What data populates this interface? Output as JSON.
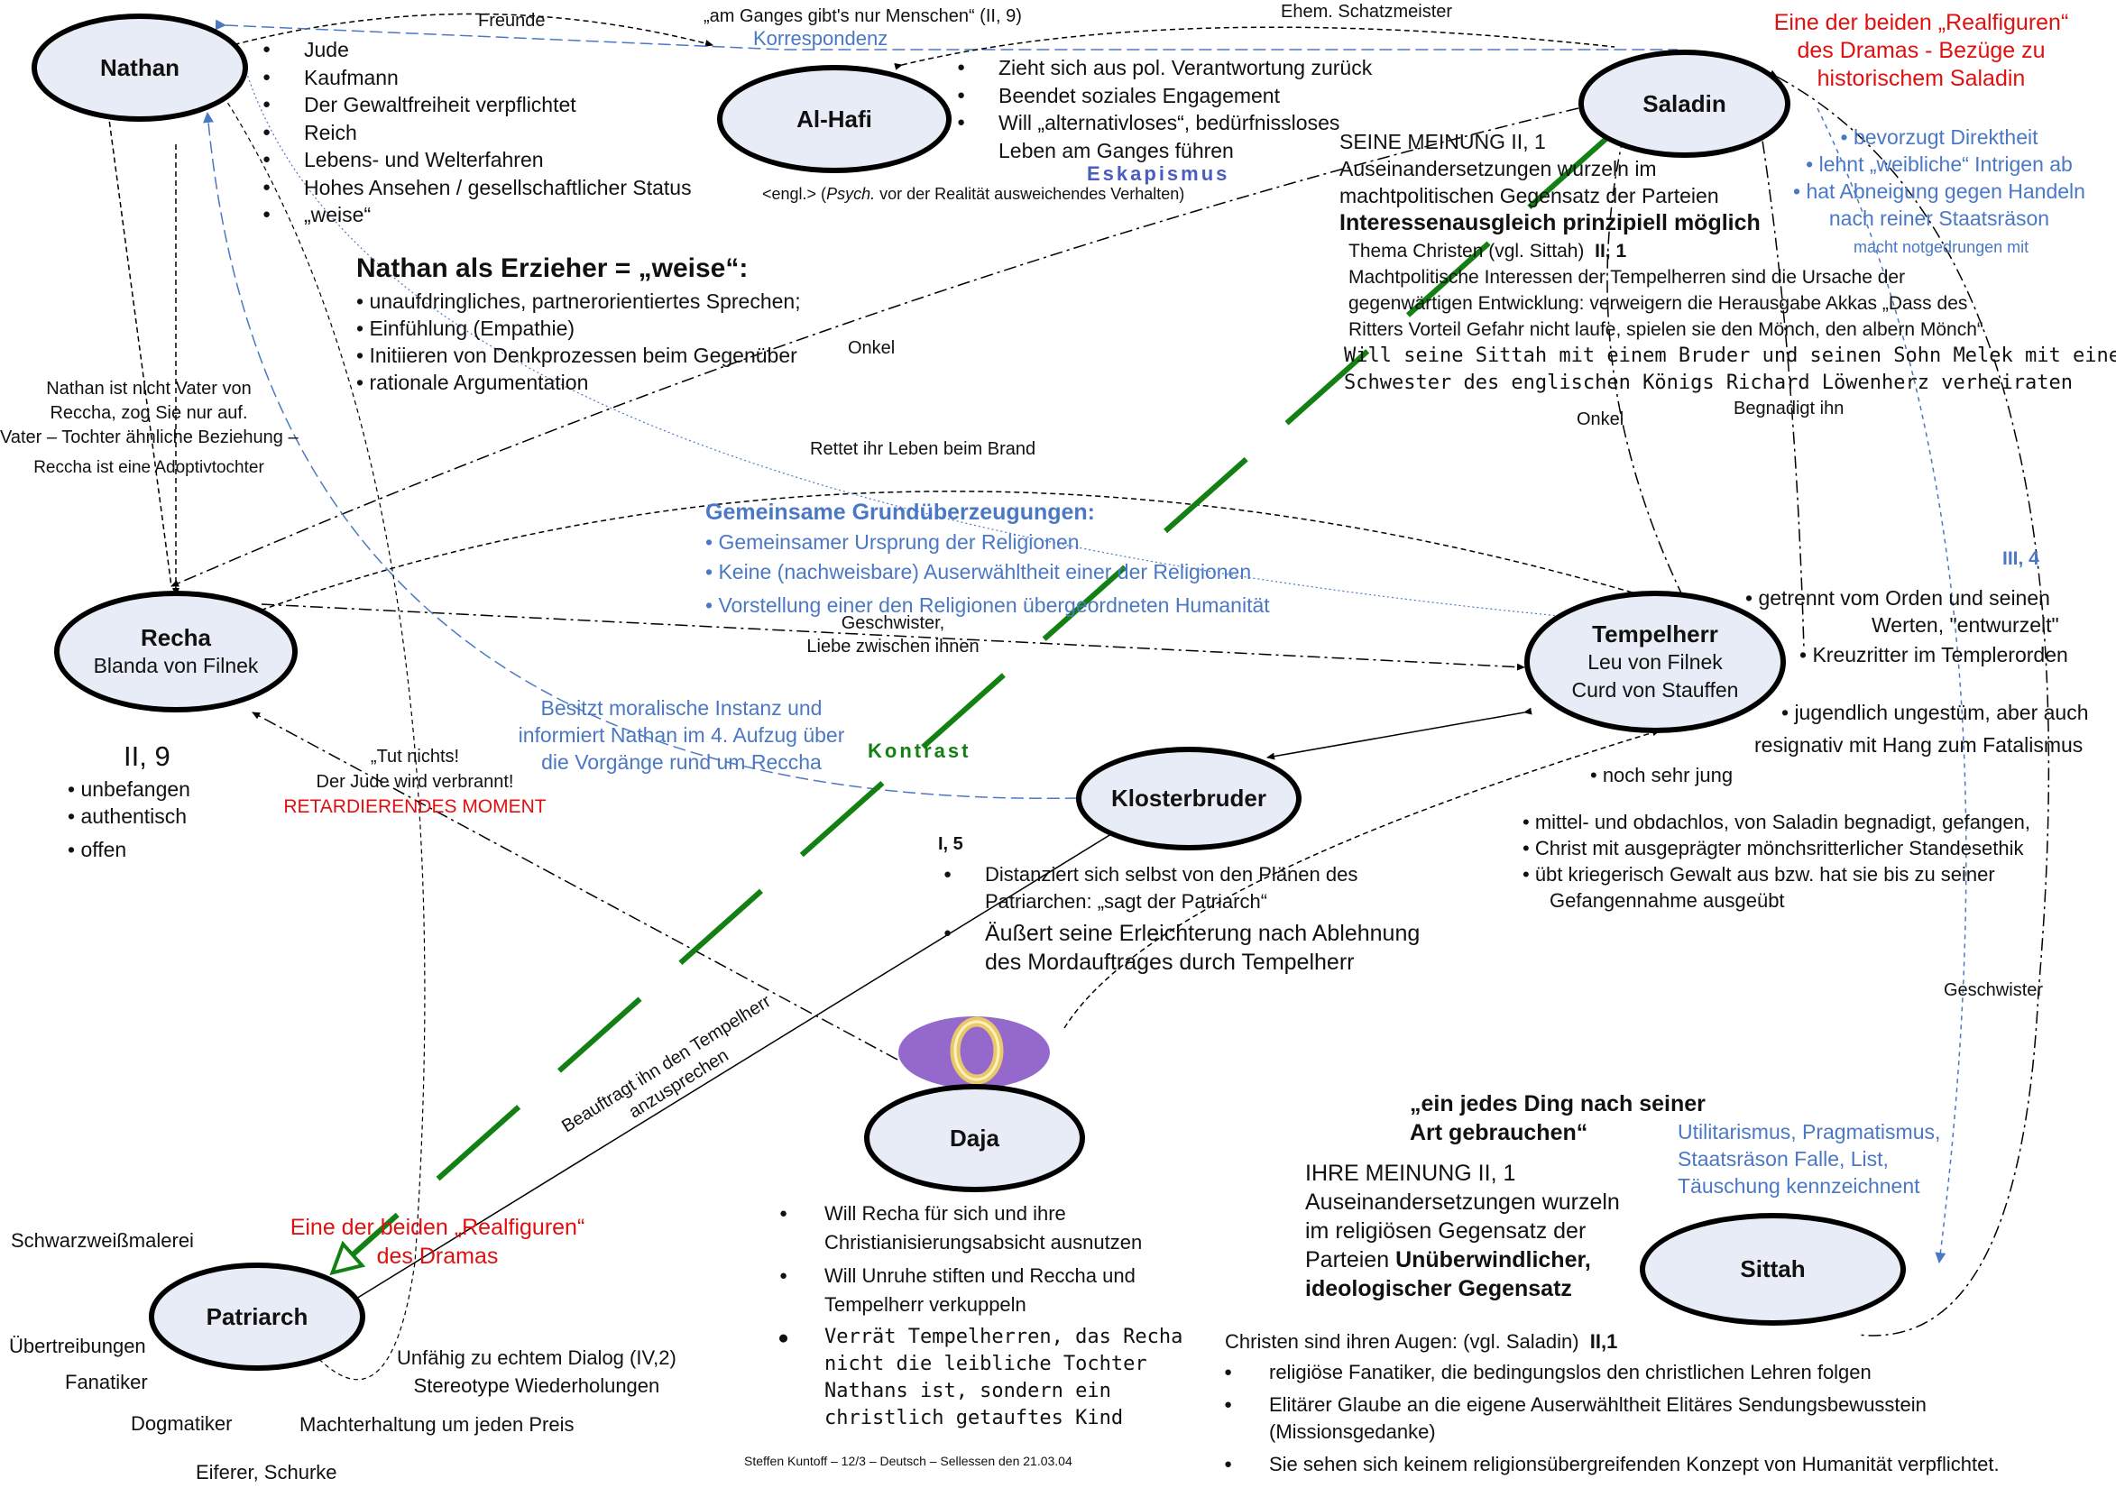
{
  "nodes": {
    "nathan": {
      "name": "Nathan"
    },
    "alhafi": {
      "name": "Al-Hafi"
    },
    "saladin": {
      "name": "Saladin"
    },
    "recha": {
      "name": "Recha",
      "sub": "Blanda von Filnek"
    },
    "tempelherr": {
      "name": "Tempelherr",
      "sub1": "Leu von Filnek",
      "sub2": "Curd von Stauffen"
    },
    "klosterbruder": {
      "name": "Klosterbruder"
    },
    "daja": {
      "name": "Daja"
    },
    "patriarch": {
      "name": "Patriarch"
    },
    "sittah": {
      "name": "Sittah"
    }
  },
  "nathan_traits": [
    "Jude",
    "Kaufmann",
    "Der Gewaltfreiheit verpflichtet",
    "Reich",
    "Lebens- und Welterfahren",
    "Hohes Ansehen / gesellschaftlicher Status",
    "„weise“"
  ],
  "edge_labels": {
    "freunde": "Freunde",
    "ganges_quote": "„am Ganges gibt's nur Menschen“ (II, 9)",
    "korrespondenz": "Korrespondenz",
    "schatzmeister": "Ehem. Schatzmeister",
    "onkel1": "Onkel",
    "onkel2": "Onkel",
    "begnadigt": "Begnadigt ihn",
    "rettet": "Rettet ihr Leben beim Brand",
    "geschwister1": "Geschwister,",
    "geschwister1b": "Liebe zwischen ihnen",
    "geschwister2": "Geschwister",
    "kontrast": "Kontrast",
    "iii4": "III, 4",
    "beauftragt1": "Beauftragt ihn den Tempelherr",
    "beauftragt2": "anzusprechen"
  },
  "alhafi_traits": [
    "Zieht sich aus pol. Verantwortung zurück",
    "Beendet soziales Engagement",
    "Will „alternativloses“, bedürfnissloses Leben am Ganges führen"
  ],
  "alhafi_escapism": "Eskapismus",
  "alhafi_def_pre": "<engl.> (",
  "alhafi_def_em": "Psych.",
  "alhafi_def_post": " vor der Realität ausweichendes Verhalten)",
  "saladin_real": [
    "Eine der beiden „Realfiguren“",
    "des Dramas - Bezüge zu",
    "historischem Saladin"
  ],
  "saladin_traits": [
    "• bevorzugt Direktheit",
    "• lehnt „weibliche“ Intrigen ab",
    "• hat Abneigung gegen Handeln",
    "nach reiner Staatsräson"
  ],
  "saladin_notgedrungen": "macht notgedrungen mit",
  "saladin_opinion": {
    "head": "SEINE MEINUNG  II, 1",
    "line1": "Auseinandersetzungen wurzeln im",
    "line2": "machtpolitischen Gegensatz der Parteien",
    "bold": "Interessenausgleich prinzipiell möglich",
    "thema": "Thema Christen (vgl. Sittah)",
    "thema_ref": "II, 1",
    "body": [
      "Machtpolitische Interessen der Tempelherren sind die Ursache der",
      "gegenwärtigen Entwicklung: verweigern die Herausgabe Akkas „Dass des",
      "Ritters Vorteil Gefahr nicht laufe, spielen sie den Mönch, den albern Mönch“"
    ],
    "mono": [
      "Will seine Sittah mit einem Bruder und seinen Sohn Melek mit einer",
      "Schwester des englischen Königs Richard Löwenherz verheiraten"
    ]
  },
  "erzieher": {
    "title": "Nathan als Erzieher = „weise“:",
    "items": [
      "• unaufdringliches, partnerorientiertes Sprechen;",
      "• Einfühlung (Empathie)",
      "• Initiieren von Denkprozessen beim Gegenüber",
      "• rationale Argumentation"
    ]
  },
  "nathan_recha_note": [
    "Nathan ist nicht Vater von",
    "Reccha, zog Sie nur auf.",
    "Vater – Tochter ähnliche Beziehung –",
    "Reccha ist eine Adoptivtochter"
  ],
  "grund": {
    "title": "Gemeinsame Grundüberzeugungen:",
    "items": [
      "• Gemeinsamer Ursprung der Religionen",
      "• Keine (nachweisbare) Auserwähltheit einer der Religionen",
      "• Vorstellung einer den Religionen übergeordneten Humanität"
    ]
  },
  "tempel_traits": [
    "• getrennt vom Orden und seinen",
    "Werten, \"entwurzelt\"",
    "• Kreuzritter im Templerorden",
    "• jugendlich ungestüm, aber auch",
    "resignativ mit Hang zum Fatalismus",
    "• noch sehr jung"
  ],
  "tempel_traits2": [
    "• mittel- und obdachlos, von Saladin begnadigt, gefangen,",
    "• Christ mit ausgeprägter mönchsritterlicher Standesethik",
    "• übt kriegerisch Gewalt aus bzw. hat sie bis zu seiner",
    "Gefangennahme ausgeübt"
  ],
  "recha_traits": {
    "ref": "II, 9",
    "items": [
      "• unbefangen",
      "• authentisch",
      "• offen"
    ]
  },
  "patriarch_quote": [
    "„Tut nichts!",
    "Der Jude wird verbrannt!"
  ],
  "retard": "RETARDIERENDES MOMENT",
  "kloster_moral": [
    "Besitzt moralische Instanz und",
    "informiert Nathan im 4. Aufzug über",
    "die Vorgänge rund um Reccha"
  ],
  "kloster_traits": {
    "ref": "I, 5",
    "small": [
      "Distanziert sich selbst von den Plänen des",
      "Patriarchen: „sagt der Patriarch“"
    ],
    "large": [
      "Äußert seine Erleichterung nach Ablehnung",
      "des Mordauftrages durch Tempelherr"
    ]
  },
  "daja_traits": {
    "items": [
      [
        "Will Recha für sich und ihre",
        "Christianisierungsabsicht ausnutzen"
      ],
      [
        "Will Unruhe stiften und Reccha und",
        "Tempelherr verkuppeln"
      ]
    ],
    "mono": [
      "Verrät Tempelherren, das Recha",
      "nicht die leibliche Tochter",
      "Nathans ist, sondern ein",
      "christlich getauftes Kind"
    ]
  },
  "footer": "Steffen Kuntoff – 12/3 – Deutsch – Sellessen den 21.03.04",
  "patriarch_real": [
    "Eine der beiden „Realfiguren“",
    "des Dramas"
  ],
  "patriarch_traits": {
    "schwarz": "Schwarzweißmalerei",
    "uebertr": "Übertreibungen",
    "fanatiker": "Fanatiker",
    "dogmatiker": "Dogmatiker",
    "eiferer": "Eiferer, Schurke",
    "dialog": [
      "Unfähig zu echtem Dialog (IV,2)",
      "Stereotype Wiederholungen"
    ],
    "macht": "Machterhaltung um jeden Preis"
  },
  "sittah_quote": [
    "„ein jedes Ding nach seiner",
    "Art gebrauchen“"
  ],
  "sittah_util": [
    "Utilitarismus, Pragmatismus,",
    "Staatsräson Falle, List,",
    "Täuschung kennzeichnent"
  ],
  "sittah_opinion": {
    "head": "IHRE MEINUNG II, 1",
    "l1": "Auseinandersetzungen wurzeln",
    "l2": "im religiösen Gegensatz der",
    "l3a": "Parteien ",
    "l3b": "Unüberwindlicher,",
    "l4": "ideologischer Gegensatz"
  },
  "christen": {
    "head": "Christen sind ihren Augen: (vgl. Saladin)",
    "ref": "II,1",
    "items": [
      [
        "religiöse Fanatiker, die bedingungslos den christlichen Lehren folgen"
      ],
      [
        "Elitärer Glaube an die eigene Auserwähltheit Elitäres Sendungsbewusstein",
        "(Missionsgedanke)"
      ],
      [
        "Sie sehen sich keinem religionsübergreifenden Konzept von Humanität verpflichtet."
      ]
    ]
  }
}
